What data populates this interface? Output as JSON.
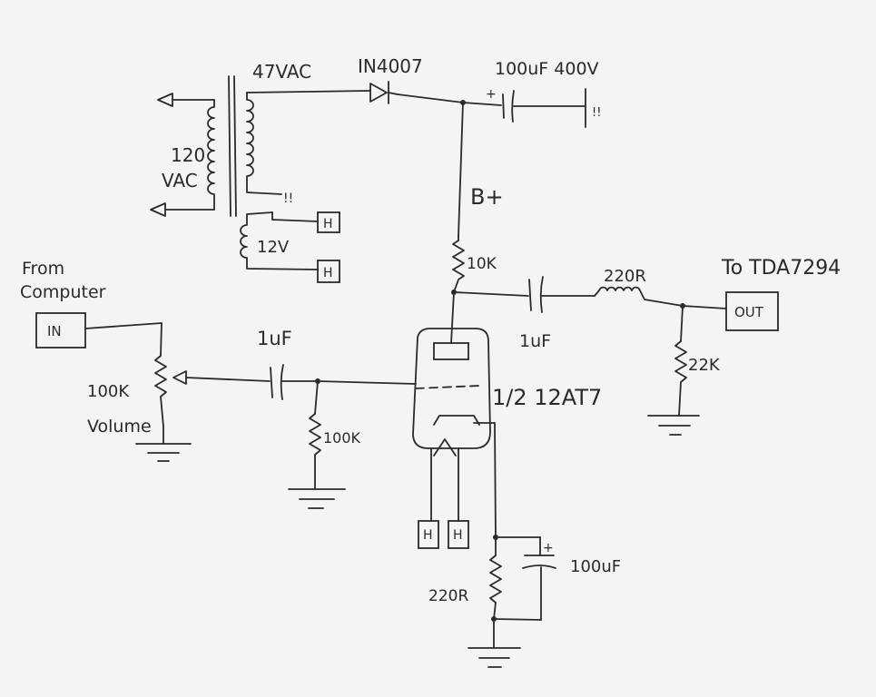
{
  "labels": {
    "transformer_secondary": "47VAC",
    "rectifier": "IN4007",
    "filter_cap": "100uF 400V",
    "mains": "120",
    "mains_unit": "VAC",
    "heater_voltage": "12V",
    "bplus": "B+",
    "plate_resistor": "10K",
    "source_line1": "From",
    "source_line2": "Computer",
    "tube": "1/2 12AT7",
    "coupling_cap_in": "1uF",
    "coupling_cap_out": "1uF",
    "grid_resistor": "100K",
    "volume_value": "100K",
    "volume_label": "Volume",
    "series_resistor": "220R",
    "load_resistor": "22K",
    "destination": "To TDA7294",
    "cathode_resistor": "220R",
    "cathode_cap": "100uF",
    "cap_polarity": "+",
    "tap_marker": "!!",
    "cap_end_marker": "!!"
  },
  "boxes": {
    "input": "IN",
    "output": "OUT",
    "heater": "H"
  }
}
